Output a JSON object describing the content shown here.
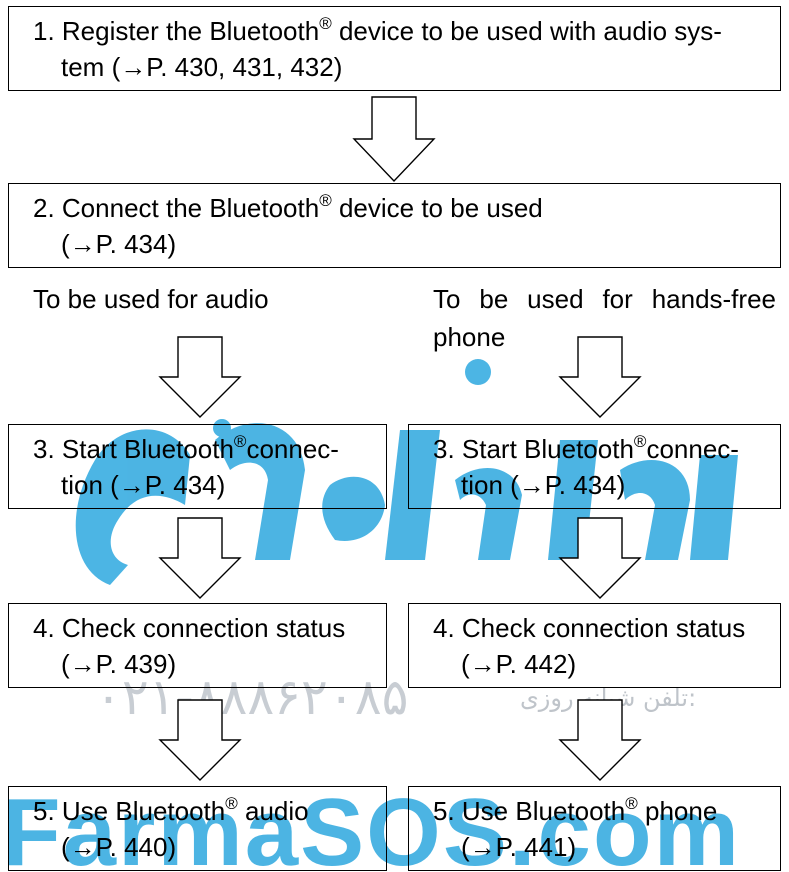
{
  "diagram": {
    "step1": {
      "line1_a": "1. Register the Bluetooth",
      "line1_b": " device to be used with audio sys-",
      "line2": "tem (→P. 430, 431, 432)"
    },
    "step2": {
      "line1_a": "2. Connect the Bluetooth",
      "line1_b": " device to be used",
      "line2": "(→P. 434)"
    },
    "branch_audio_label": "To be used for audio",
    "branch_phone_label_line1": [
      "To",
      "be",
      "used",
      "for",
      "hands-free"
    ],
    "branch_phone_label_line2": "phone",
    "audio": {
      "step3": {
        "line1_a": "3. Start Bluetooth",
        "line1_b": "connec-",
        "line2": "tion (→P. 434)"
      },
      "step4": {
        "line1_a": "4. Check",
        "line1_b": "connection",
        "line1_c": "status",
        "line2": "(→P. 439)"
      },
      "step5": {
        "line1_a": "5. Use Bluetooth",
        "line1_b": " audio",
        "line2": "(→P. 440)"
      }
    },
    "phone": {
      "step3": {
        "line1_a": "3. Start Bluetooth",
        "line1_b": "connec-",
        "line2": "tion (→P. 434)"
      },
      "step4": {
        "line1_a": "4. Check",
        "line1_b": "connection",
        "line1_c": "status",
        "line2": "(→P. 442)"
      },
      "step5": {
        "line1_a": "5. Use Bluetooth",
        "line1_b": " phone",
        "line2": "(→P. 441)"
      }
    },
    "registered_mark": "®"
  },
  "watermark": {
    "phone_number": "۰۲۱-۸۸۸۶۲۰۸۵",
    "phone_caption": "تلفن شبانه روزی:",
    "site": "FarmaSOS.com",
    "colors": {
      "blue": "#2da8df",
      "gray": "#c8cdd3"
    }
  }
}
